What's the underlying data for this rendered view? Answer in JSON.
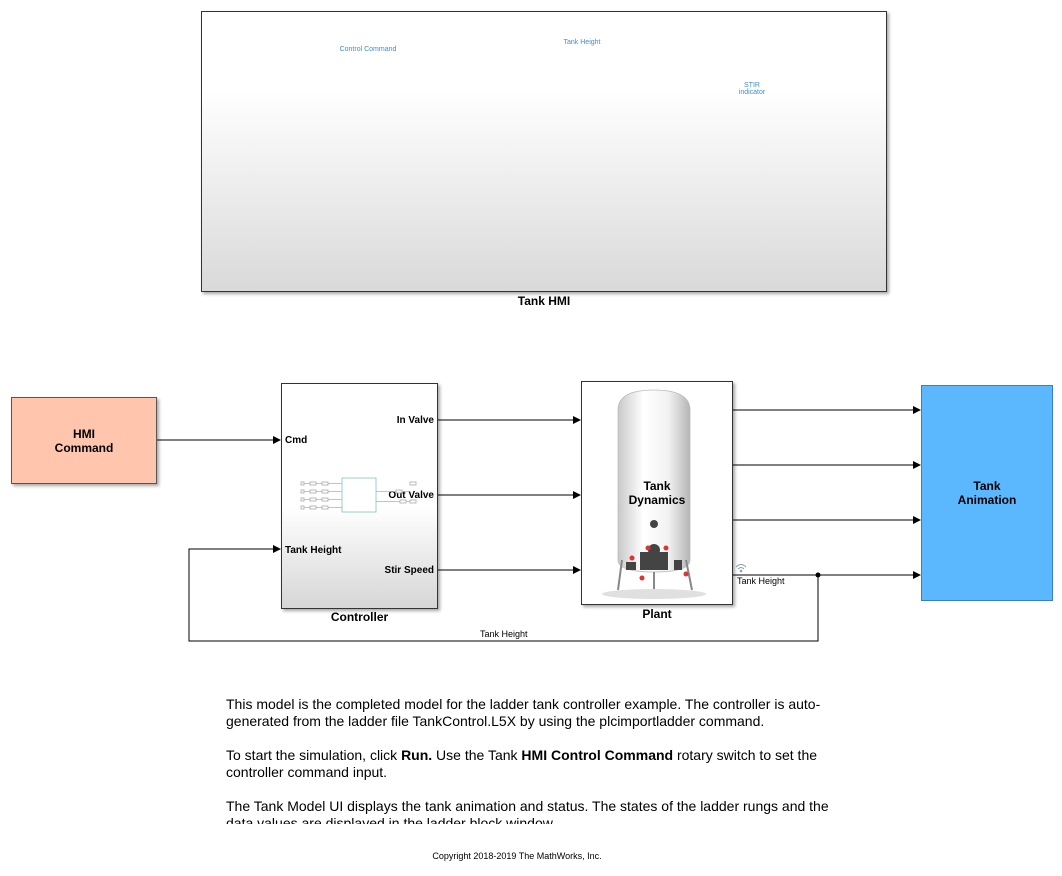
{
  "hmi_panel": {
    "title": "Tank HMI",
    "labels": {
      "control_command": "Control Command",
      "tank_height": "Tank Height",
      "stir_line1": "STIR",
      "stir_line2": "indicator"
    }
  },
  "blocks": {
    "hmi_command": {
      "line1": "HMI",
      "line2": "Command"
    },
    "controller": {
      "title": "Controller",
      "inputs": [
        "Cmd",
        "Tank Height"
      ],
      "outputs": [
        "In Valve",
        "Out Valve",
        "Stir Speed"
      ]
    },
    "plant": {
      "title": "Plant",
      "line1": "Tank",
      "line2": "Dynamics"
    },
    "tank_animation": {
      "line1": "Tank",
      "line2": "Animation"
    }
  },
  "signals": {
    "tank_height_wireless": "Tank Height",
    "tank_height_feedback": "Tank Height"
  },
  "description": {
    "p1": "This model is the completed model for the ladder tank controller example. The controller is auto-generated from the ladder file TankControl.L5X by using the plcimportladder command.",
    "p2_pre": "To start the simulation, click ",
    "p2_run": "Run.",
    "p2_mid": " Use the Tank ",
    "p2_hmi": "HMI Control Command",
    "p2_post": " rotary switch to set the controller command input.",
    "p3": "The Tank Model UI displays the tank animation and status. The states of the ladder rungs and the data values are displayed in the ladder block window."
  },
  "copyright": "Copyright 2018-2019 The MathWorks, Inc.",
  "colors": {
    "hmi_command_fill": "#ffc5ad",
    "tank_animation_fill": "#5bb8ff",
    "hmi_label_text": "#3b8fd1"
  }
}
